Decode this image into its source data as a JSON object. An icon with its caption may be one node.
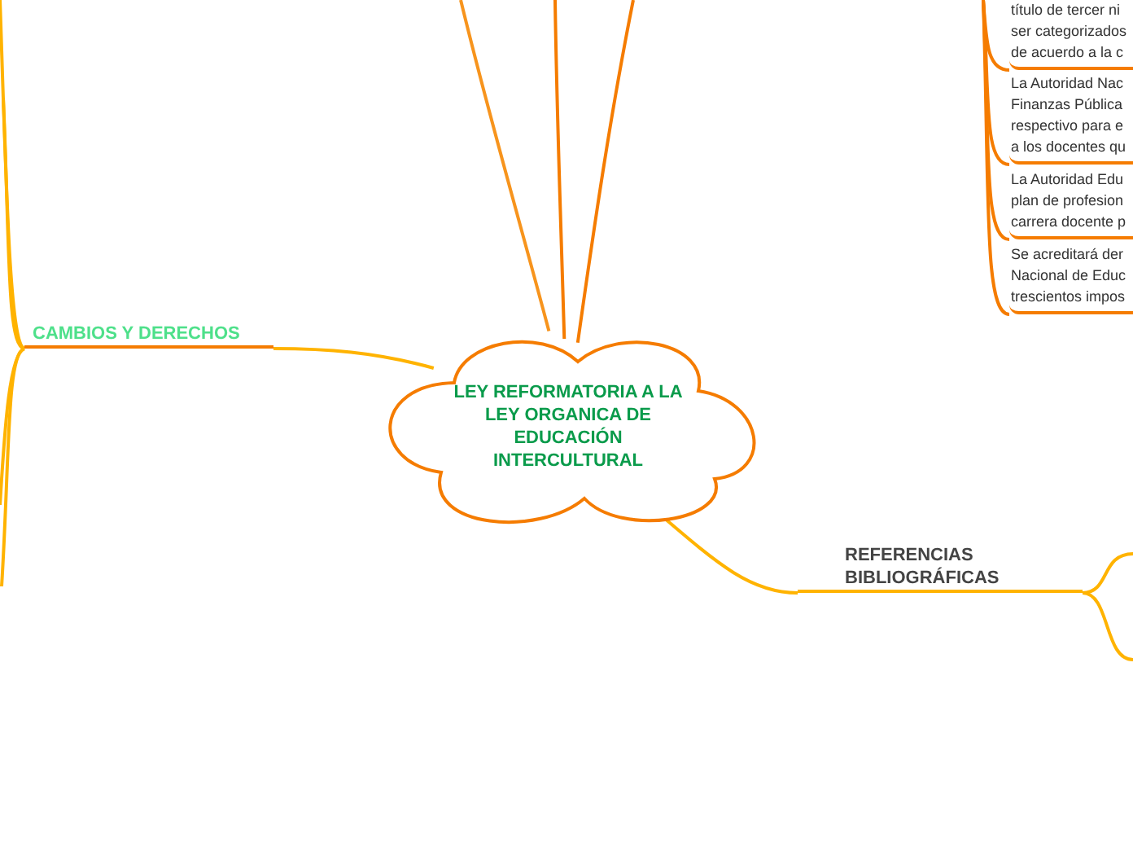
{
  "diagram": {
    "nodes": [
      {
        "text": [
          "LEY REFORMATORIA A LA LEY ORGANICA DE EDUCACIÓN INTERCULTURAL"
        ]
      },
      {
        "text": [
          "CAMBIOS Y DERECHOS"
        ]
      },
      {
        "text": [
          "REFERENCIAS BIBLIOGRÁFICAS"
        ]
      },
      {
        "text": [
          "título de tercer ni ser categorizados de acuerdo a la c"
        ]
      },
      {
        "text": [
          "La Autoridad Nac Finanzas Pública respectivo para e a los docentes qu"
        ]
      },
      {
        "text": [
          "La Autoridad Edu plan de profesion carrera docente p"
        ]
      },
      {
        "text": [
          "Se acreditará der Nacional de Educ trescientos impos"
        ]
      }
    ],
    "edges": [
      {
        "from": 0,
        "to": 1,
        "arrow": "none"
      },
      {
        "from": 0,
        "to": 2,
        "arrow": "none"
      },
      {
        "from": 0,
        "to": null,
        "arrow": "none",
        "color": "#f7941d"
      },
      {
        "from": 0,
        "to": null,
        "arrow": "none",
        "color": "#f57c00"
      },
      {
        "from": 0,
        "to": null,
        "arrow": "none",
        "color": "#f57c00"
      },
      {
        "from": 1,
        "to": null,
        "arrow": "none"
      },
      {
        "from": 1,
        "to": null,
        "arrow": "none"
      },
      {
        "from": 1,
        "to": null,
        "arrow": "none"
      },
      {
        "from": 1,
        "to": null,
        "arrow": "none"
      },
      {
        "from": 2,
        "to": null,
        "arrow": "none"
      },
      {
        "from": 2,
        "to": null,
        "arrow": "none"
      },
      {
        "from": null,
        "to": 3,
        "arrow": "none",
        "color": "#f57c00"
      },
      {
        "from": null,
        "to": 4,
        "arrow": "none",
        "color": "#f57c00"
      },
      {
        "from": null,
        "to": 5,
        "arrow": "none",
        "color": "#f57c00"
      },
      {
        "from": null,
        "to": 6,
        "arrow": "none",
        "color": "#f57c00"
      }
    ]
  }
}
